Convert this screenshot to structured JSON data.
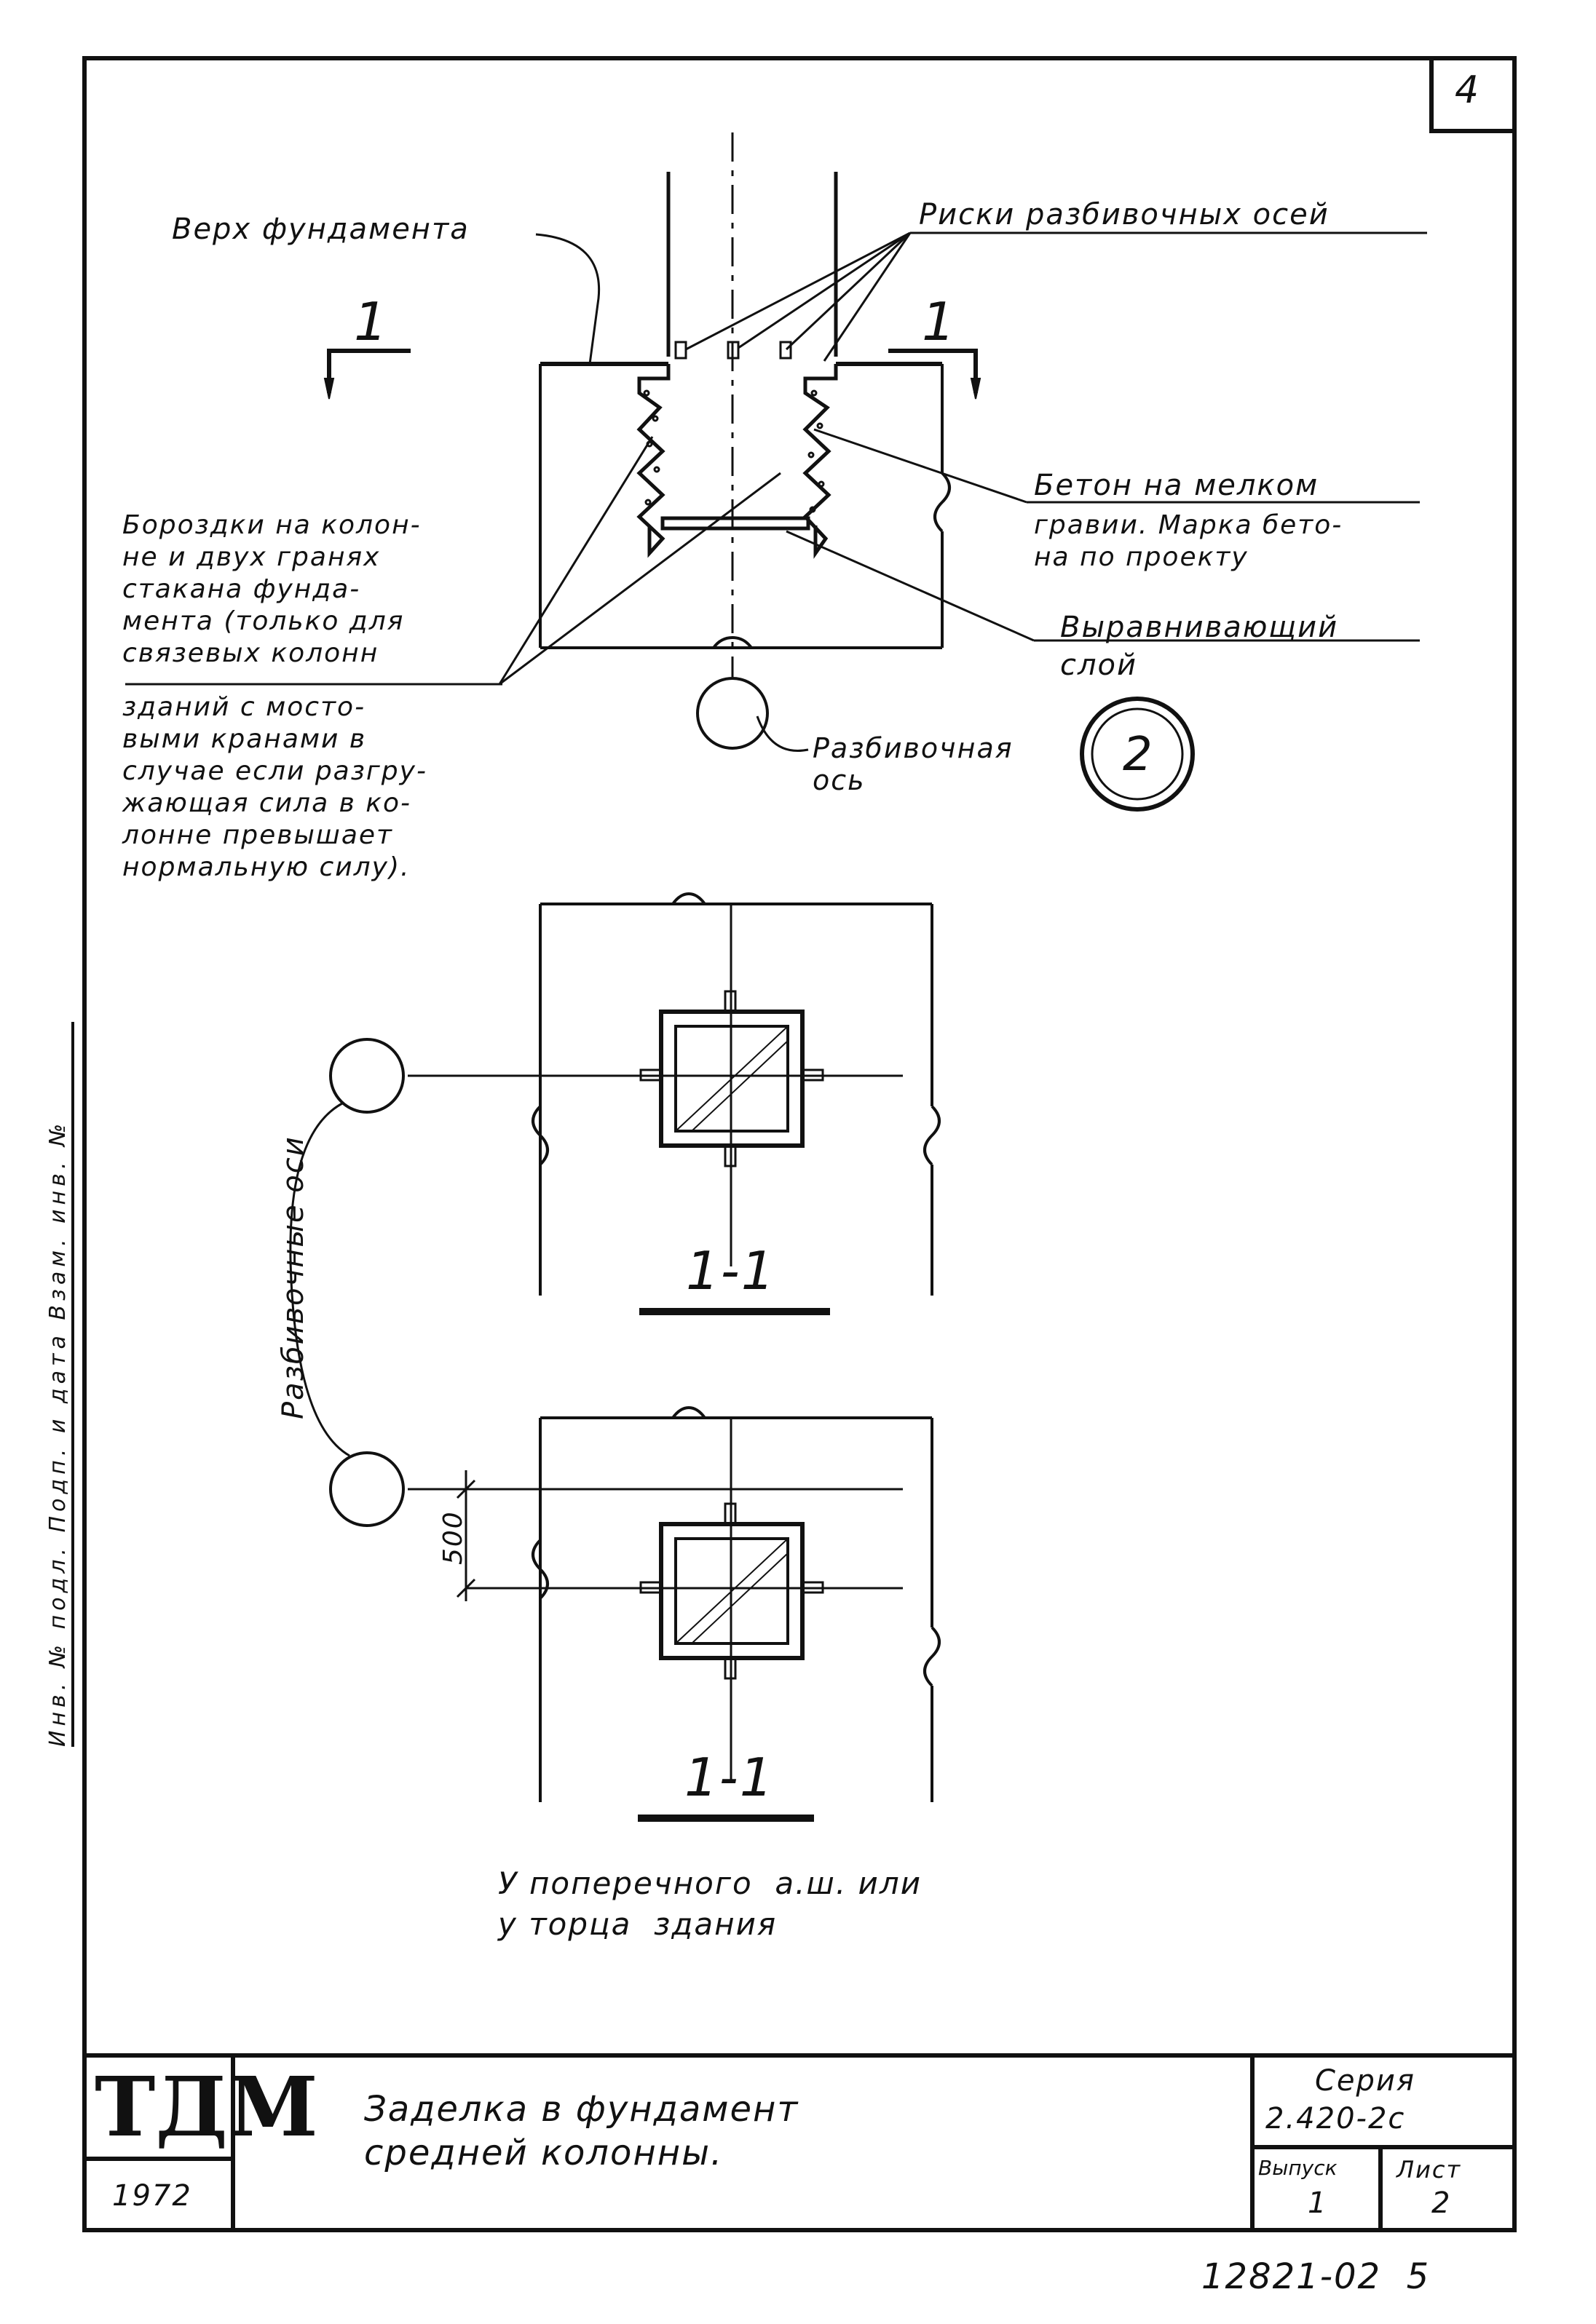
{
  "sheet": {
    "corner_number": "4",
    "page_footer": "12821-02  5"
  },
  "side_stamp": "Инв. № подл.  Подп. и дата  Взам. инв. №",
  "labels": {
    "top_of_foundation": "Верх фундамента",
    "setting_out_marks": "Риски разбивочных осей",
    "concrete": "Бетон на мелком",
    "concrete_note": "гравии. Марка бето-\nна по проекту",
    "leveling_layer": "Выравнивающий\nслой",
    "grooves_note_1": "Бороздки на колон-\nне и двух гранях\nстакана фунда-\nмента (только для\nсвязевых колонн",
    "grooves_note_2": "зданий с мосто-\nвыми кранами в\nслучае если разгру-\nжающая сила в ко-\nлонне превышает\nнормальную силу).",
    "setting_axis": "Разбивочная\nось",
    "setting_axes_vertical": "Разбивочные оси",
    "section_mark": "1",
    "section_label": "1-1",
    "dimension_500": "500",
    "transverse_note": "У поперечного  а.ш. или\nу торца  здания",
    "detail_number": "2"
  },
  "title_block": {
    "logo": "ТДМ",
    "year": "1972",
    "title_line1": "Заделка   в фундамент",
    "title_line2": "средней   колонны.",
    "series_label": "Серия",
    "series_value": "2.420-2с",
    "issue_label": "Выпуск",
    "issue_value": "1",
    "sheet_label": "Лист",
    "sheet_value": "2"
  }
}
